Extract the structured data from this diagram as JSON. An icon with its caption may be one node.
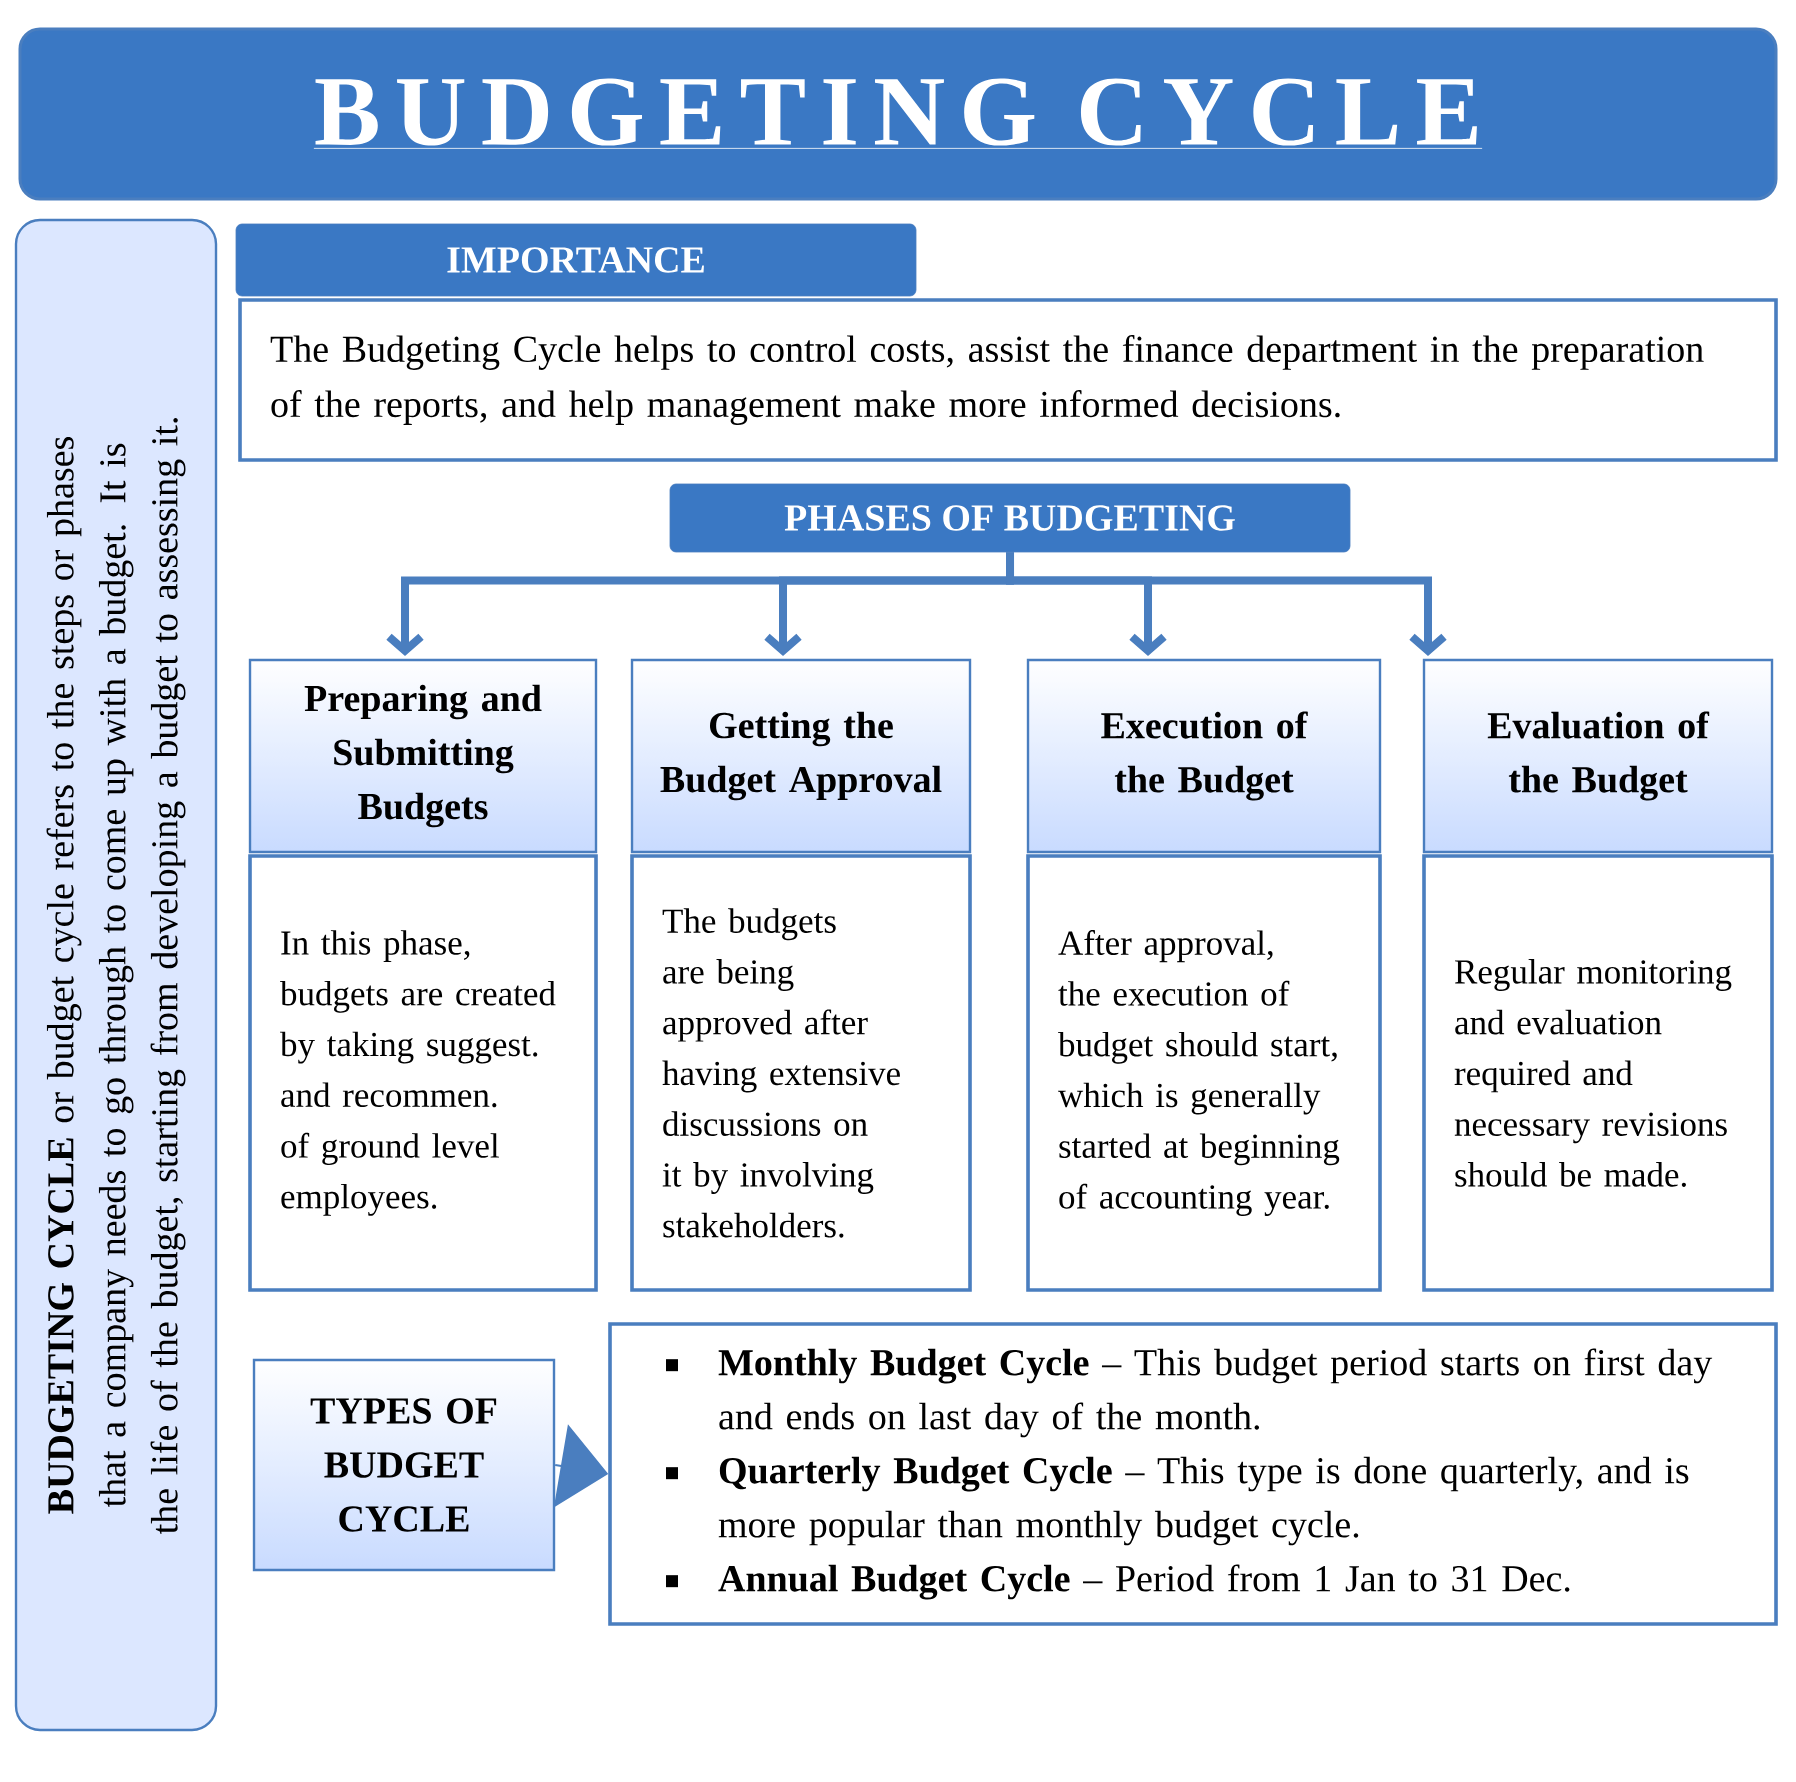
{
  "diagram": {
    "title": "BUDGETING CYCLE",
    "nodes": [
      {
        "text": [
          "**BUDGETING CYCLE** or budget cycle refers to the steps or phases that a company needs to go through to come up with a budget. It is the life of the budget, starting from developing a budget to assessing it."
        ]
      },
      {
        "text": [
          "IMPORTANCE"
        ]
      },
      {
        "text": [
          "The Budgeting Cycle helps to control costs, assist the finance department in the preparation of the reports, and help management make more informed decisions."
        ]
      },
      {
        "text": [
          "PHASES OF BUDGETING"
        ]
      },
      {
        "text": [
          "Preparing and Submitting Budgets"
        ]
      },
      {
        "text": [
          "Getting the Budget Approval"
        ]
      },
      {
        "text": [
          "Execution of the Budget"
        ]
      },
      {
        "text": [
          "Evaluation of the Budget"
        ]
      },
      {
        "text": [
          "In this phase, budgets are created by taking suggest. and recommen. of ground level employees."
        ]
      },
      {
        "text": [
          "The budgets are being approved after having extensive discussions on it by involving stakeholders."
        ]
      },
      {
        "text": [
          "After approval, the execution of budget should start, which is generally started at beginning of accounting year."
        ]
      },
      {
        "text": [
          "Regular monitoring and evaluation required and necessary revisions should be made."
        ]
      },
      {
        "text": [
          "TYPES OF BUDGET CYCLE"
        ]
      },
      {
        "text": [
          "**Monthly Budget Cycle** – This budget period starts on first day and ends on last day of the month.",
          "**Quarterly Budget Cycle** – This type is done quarterly, and is more popular than monthly budget cycle.",
          "**Annual Budget Cycle** – Period from 1 Jan to 31 Dec."
        ]
      }
    ],
    "edges": [
      {
        "from": 3,
        "to": 4,
        "arrow": "to"
      },
      {
        "from": 3,
        "to": 5,
        "arrow": "to"
      },
      {
        "from": 3,
        "to": 6,
        "arrow": "to"
      },
      {
        "from": 3,
        "to": 7,
        "arrow": "to"
      },
      {
        "from": 12,
        "to": 13,
        "arrow": "to"
      }
    ]
  }
}
